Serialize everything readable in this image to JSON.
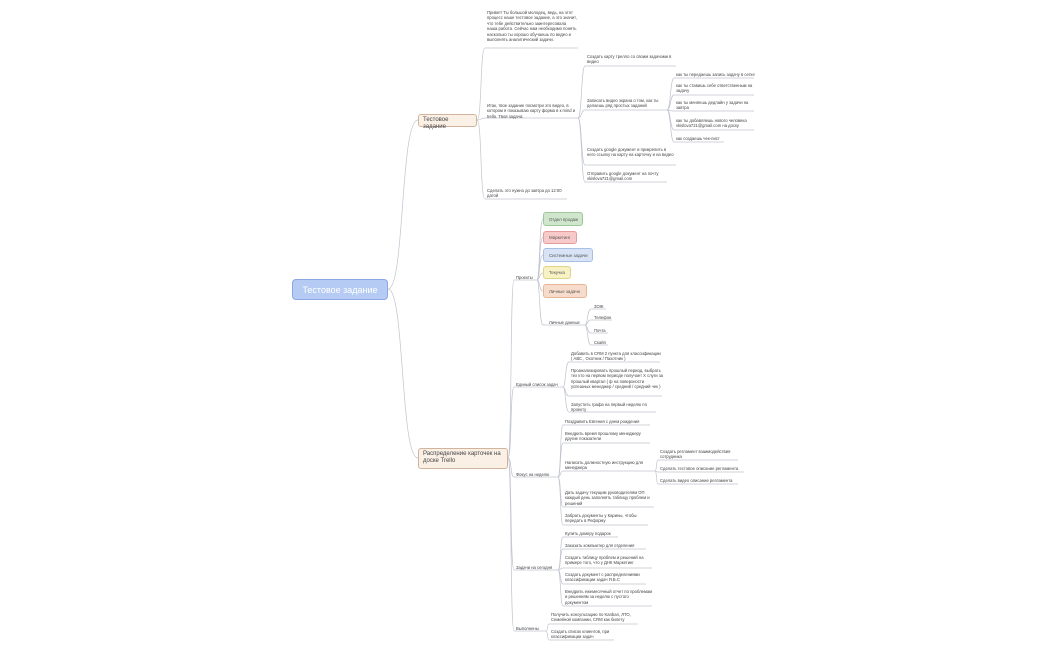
{
  "root": {
    "label": "Тестовое задание"
  },
  "branch1": {
    "label": "Тестовое задание",
    "intro": "Привет! Ты большой молодец, ведь, на этот процесс наше тестовое задание, а это значит, что тебе действительно заинтересовала наша работа. Сейчас нам необходимо понять насколько ты хорошо обучаешь по видео и выполнять аналитический задачи.",
    "task": "Итак, твое задание посмотри это видео, в котором я показываю карту форма в к mind и trello. Твоя задача:",
    "deadline": "Сделать это нужно до завтра до 12:00 датой",
    "sub1": "Создать карту трелло со своим задачами в видео",
    "sub2": "Записать видео экрана о том, как ты делаешь ряд простых заданий",
    "sub3": "Создать google документ и прикрепить в него ссылку на карту на карточку и на видео",
    "sub4": "Отправить google документ на почту vkislova721@gmail.com",
    "l4a": "как ты передаешь запись задачу в сетке",
    "l4b": "как ты ставишь себе ответственным на задачу",
    "l4c": "как ты меняешь дедлайн у задачи на завтра",
    "l4d": "как ты добавляешь нового человека vkislova721@gmail.com на доску",
    "l4e": "как создаешь чек-лист"
  },
  "branch2": {
    "label": "Распределение карточек на доске Trello",
    "projects": {
      "label": "Проекты",
      "boxes": [
        "Отдел продаж",
        "Маркетинг",
        "Системные задачи",
        "Текучка",
        "Личные задачи"
      ],
      "personal": {
        "label": "Личные данные",
        "items": [
          "ЗОЖ",
          "Телефон",
          "Почта",
          "Скайп"
        ]
      }
    },
    "common": {
      "label": "Единый список задач",
      "items": [
        "Добавить в CRM 2 пункта для классификации ( АВС , Охотник / Пахотник )",
        "Проанализировать прошлый период, выбрать тех кто на первом периоде получает X слуги за прошлый квартал ( ф на поверхности успешных менеджер / средний / средний чек )",
        "Запустить графа на первый неделю по проекту"
      ]
    },
    "week": {
      "label": "Фокус на неделю",
      "items": [
        "Поздравить Евгения с днем рождения",
        "Внедрить время прошлому менеджеру другие показатели",
        "Написать должностную инструкцию для менеджера",
        "Дать задачу текущим руководителям ОП каждый день заполнять таблицу проблем и решений",
        "Забрать документы у Карины, чтобы передать в Реформу"
      ],
      "sub": [
        "Создать регламент взаимодействия сотрудника",
        "Сделать тестовое описание регламента",
        "Сделать видео описание регламента"
      ]
    },
    "today": {
      "label": "Задачи на сегодня",
      "items": [
        "Купить домеру подарок",
        "Заказать компьютер для отделения",
        "Создать таблицу проблем и решений на примере того, что у ДНК Маркетинг",
        "Создать документ с распределениями классификации задач Я.Б.С",
        "Внедрить ежемесячный отчет по проблемам и решениям за неделю с пустого документом"
      ]
    },
    "done": {
      "label": "Выполнены",
      "items": [
        "Получить консультацию по Kanban, ЛТО, Семейной компании, CRM как билету",
        "Создать список клиентов, при классификации задач"
      ]
    }
  },
  "colors": {
    "root_fill": "#b5cbf3",
    "branch_fill": "#fbf0e6",
    "box_green": "#cfe6cc",
    "box_red": "#f7c9c9",
    "box_blue": "#d8e4f6",
    "box_yellow": "#f7f1c4",
    "box_orange": "#f8dccb",
    "line": "#bfc4cf"
  }
}
